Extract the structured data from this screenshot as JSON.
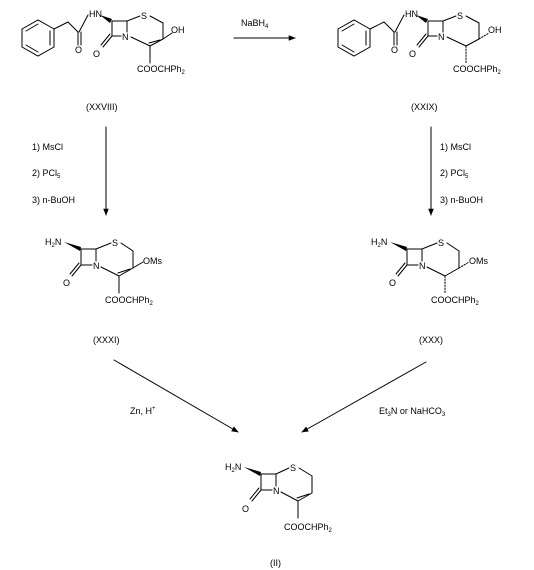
{
  "compounds": {
    "c28": {
      "id": "(XXVIII)",
      "atoms": {
        "nh": "H",
        "n1": "N",
        "n2": "N",
        "o_amide": "O",
        "o_lactam": "O",
        "s": "S",
        "oh": "OH"
      },
      "ester": {
        "main": "COOCHPh",
        "sub": "2"
      }
    },
    "c29": {
      "id": "(XXIX)",
      "atoms": {
        "nh": "H",
        "n1": "N",
        "n2": "N",
        "o_amide": "O",
        "o_lactam": "O",
        "s": "S",
        "oh": "OH"
      },
      "ester": {
        "main": "COOCHPh",
        "sub": "2"
      }
    },
    "c31": {
      "id": "(XXXI)",
      "atoms": {
        "nh2": "H",
        "n": "N",
        "o_lactam": "O",
        "s": "S",
        "oms": "OMs"
      },
      "h2_sub": "2",
      "h2_n": "N",
      "ester": {
        "main": "COOCHPh",
        "sub": "2"
      }
    },
    "c30": {
      "id": "(XXX)",
      "atoms": {
        "nh2": "H",
        "n": "N",
        "o_lactam": "O",
        "s": "S",
        "oms": "OMs"
      },
      "h2_sub": "2",
      "h2_n": "N",
      "ester": {
        "main": "COOCHPh",
        "sub": "2"
      }
    },
    "c2": {
      "id": "(II)",
      "atoms": {
        "nh2": "H",
        "n": "N",
        "o_lactam": "O",
        "s": "S"
      },
      "h2_sub": "2",
      "h2_n": "N",
      "ester": {
        "main": "COOCHPh",
        "sub": "2"
      }
    }
  },
  "reagents": {
    "nabh4": {
      "main": "NaBH",
      "sub": "4"
    },
    "left_steps": {
      "s1": "1) MsCl",
      "s2_main": "2) PCl",
      "s2_sub": "5",
      "s3": "3) n-BuOH"
    },
    "right_steps": {
      "s1": "1) MsCl",
      "s2_main": "2) PCl",
      "s2_sub": "5",
      "s3": "3) n-BuOH"
    },
    "zn": {
      "main": "Zn, H",
      "sup": "+"
    },
    "et3n": {
      "a": "Et",
      "a_sub": "3",
      "b": "N or NaHCO",
      "b_sub": "3"
    }
  }
}
